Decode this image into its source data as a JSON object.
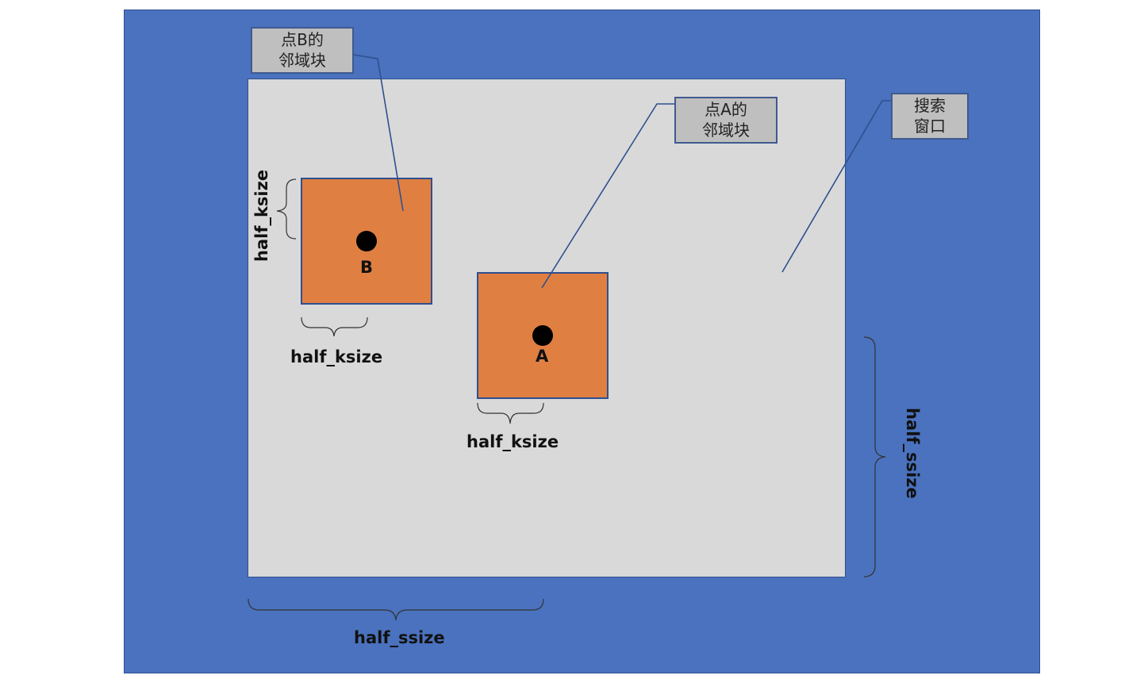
{
  "callouts": {
    "b_line1": "点B的",
    "b_line2": "邻域块",
    "a_line1": "点A的",
    "a_line2": "邻域块",
    "s_line1": "搜索",
    "s_line2": "窗口"
  },
  "points": {
    "a": "A",
    "b": "B"
  },
  "dimensions": {
    "ksize_b_horizontal": "half_ksize",
    "ksize_b_vertical": "half_ksize",
    "ksize_a_horizontal": "half_ksize",
    "ssize_horizontal": "half_ssize",
    "ssize_vertical": "half_ssize"
  },
  "colors": {
    "outer_background": "#4a72be",
    "search_window": "#d9d9d9",
    "neighborhood_block": "#e07f42",
    "callout_box": "#bfbfbf"
  }
}
